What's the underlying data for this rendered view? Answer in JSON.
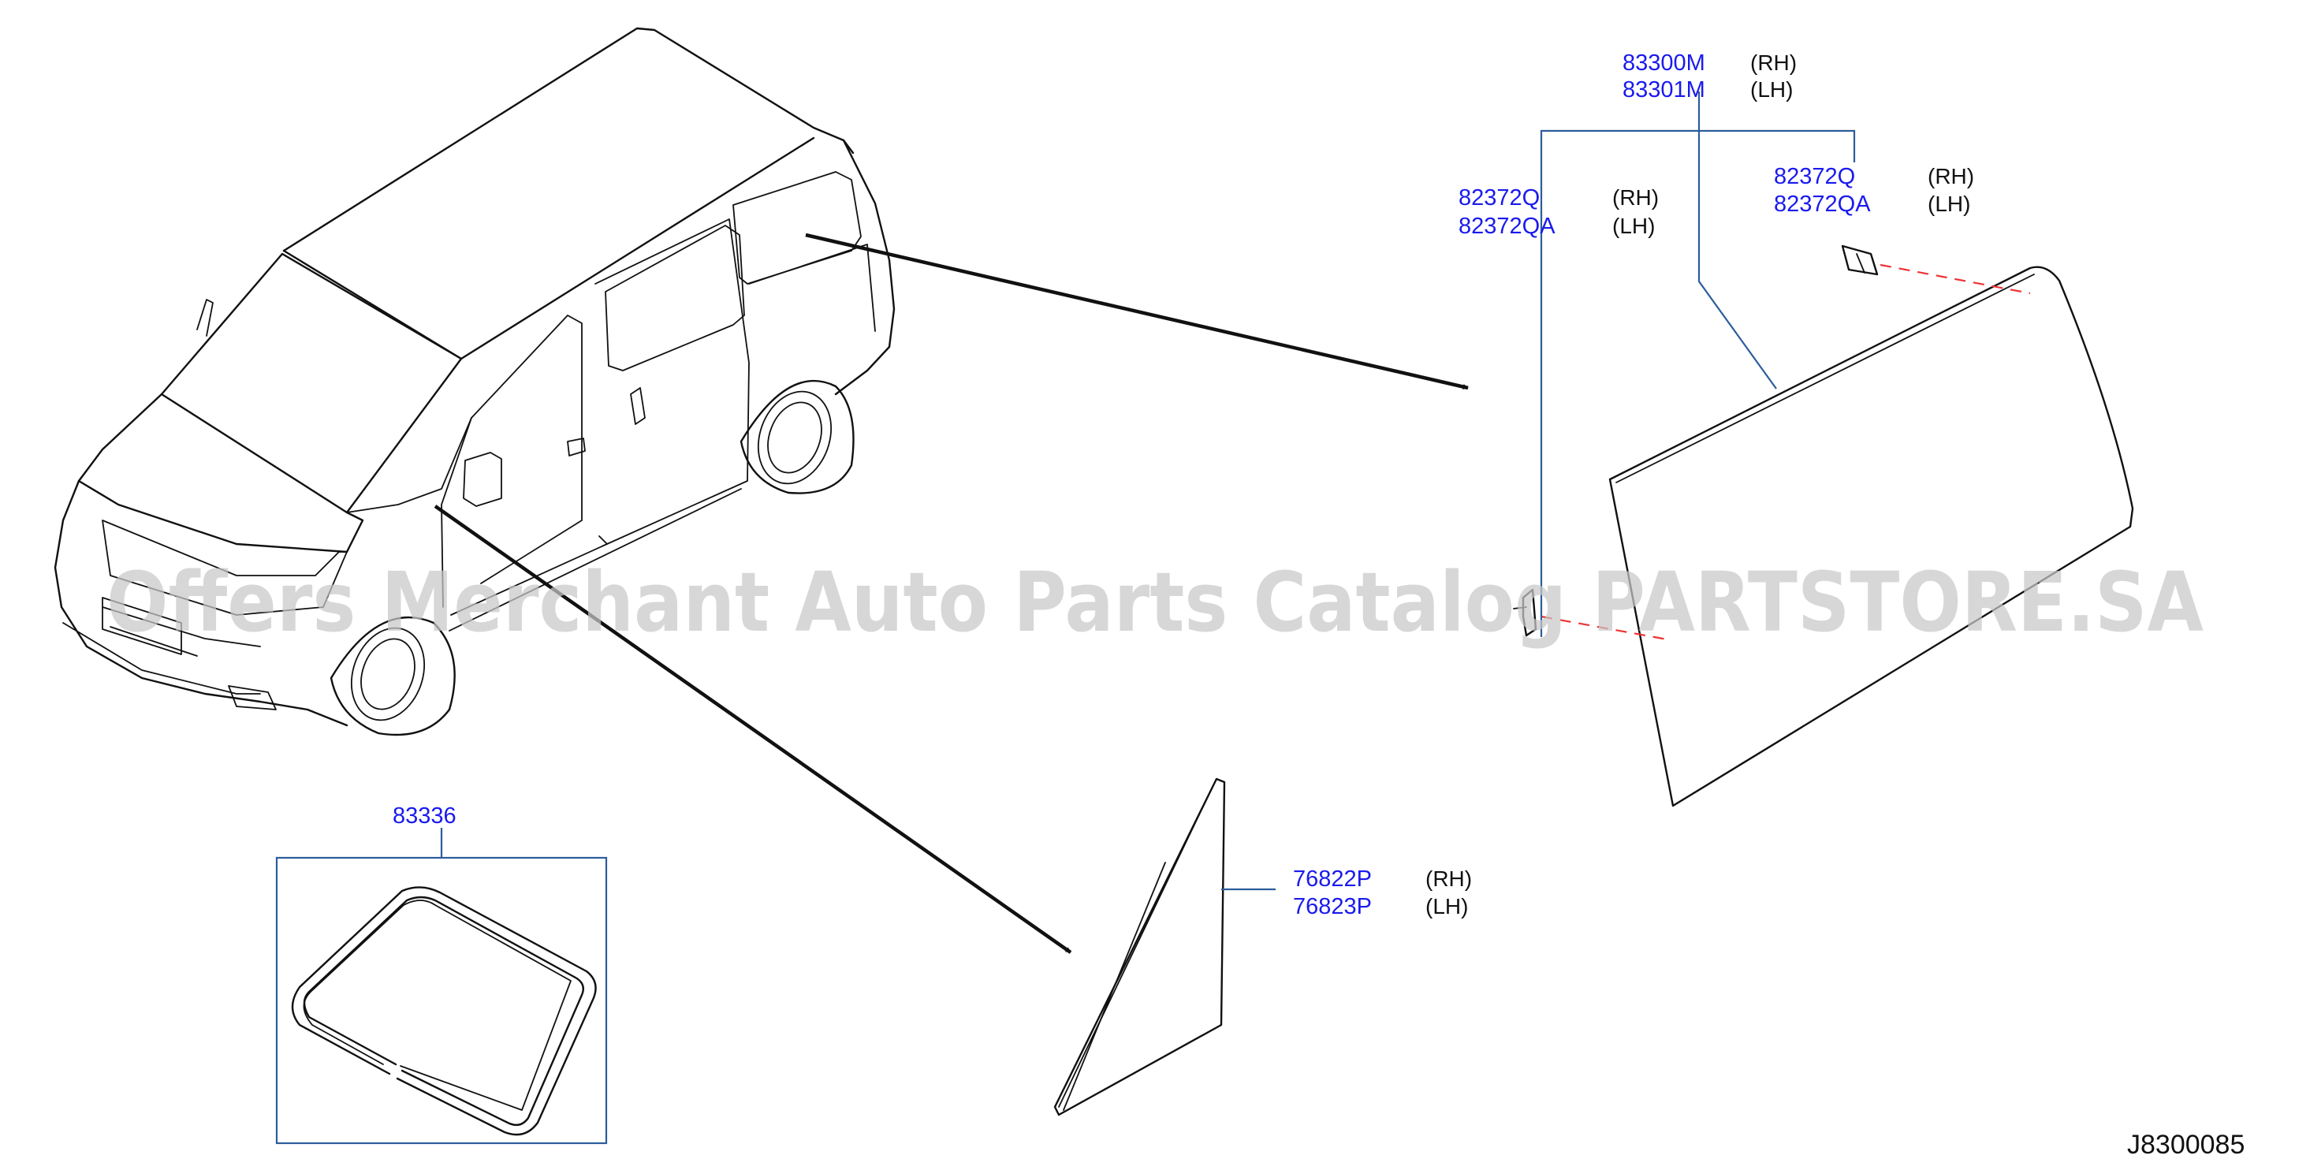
{
  "colors": {
    "part_number": "#1a1aee",
    "leader_line": "#2b5d9c",
    "dash_line": "#e33333",
    "watermark": "#c8c8c8"
  },
  "watermark": "Offers Merchant Auto Parts Catalog PARTSTORE.SA",
  "diagram_code": "J8300085",
  "callouts": {
    "side_glass": {
      "rh_number": "83300M",
      "rh_side": "(RH)",
      "lh_number": "83301M",
      "lh_side": "(LH)"
    },
    "clip_left": {
      "rh_number": "82372Q",
      "rh_side": "(RH)",
      "lh_number": "82372QA",
      "lh_side": "(LH)"
    },
    "clip_right": {
      "rh_number": "82372Q",
      "rh_side": "(RH)",
      "lh_number": "82372QA",
      "lh_side": "(LH)"
    },
    "weatherstrip": {
      "number": "83336"
    },
    "partition_glass": {
      "rh_number": "76822P",
      "rh_side": "(RH)",
      "lh_number": "76823P",
      "lh_side": "(LH)"
    }
  }
}
